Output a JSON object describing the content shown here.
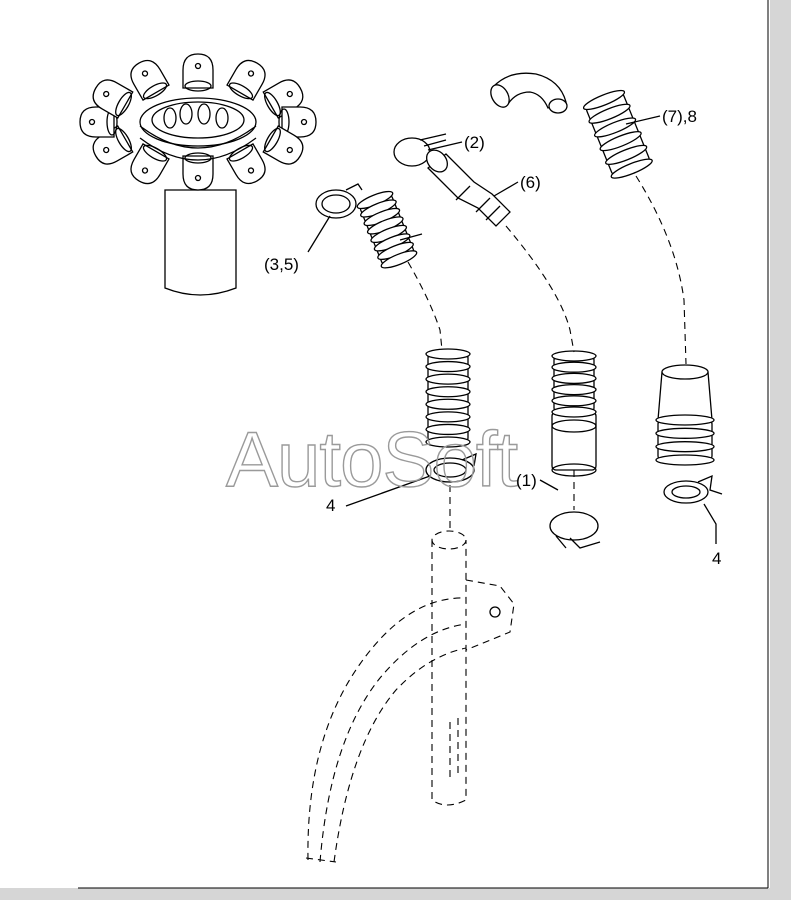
{
  "watermark": "AutoSoft",
  "labels": {
    "part_2": "(2)",
    "part_6": "(6)",
    "part_7_8": "(7),8",
    "part_3_5": "(3,5)",
    "part_1": "(1)",
    "part_4_left": "4",
    "part_4_right": "4"
  },
  "colors": {
    "background": "#d6d6d6",
    "paper": "#ffffff",
    "line": "#000000",
    "watermark": "#9a9a9a"
  }
}
